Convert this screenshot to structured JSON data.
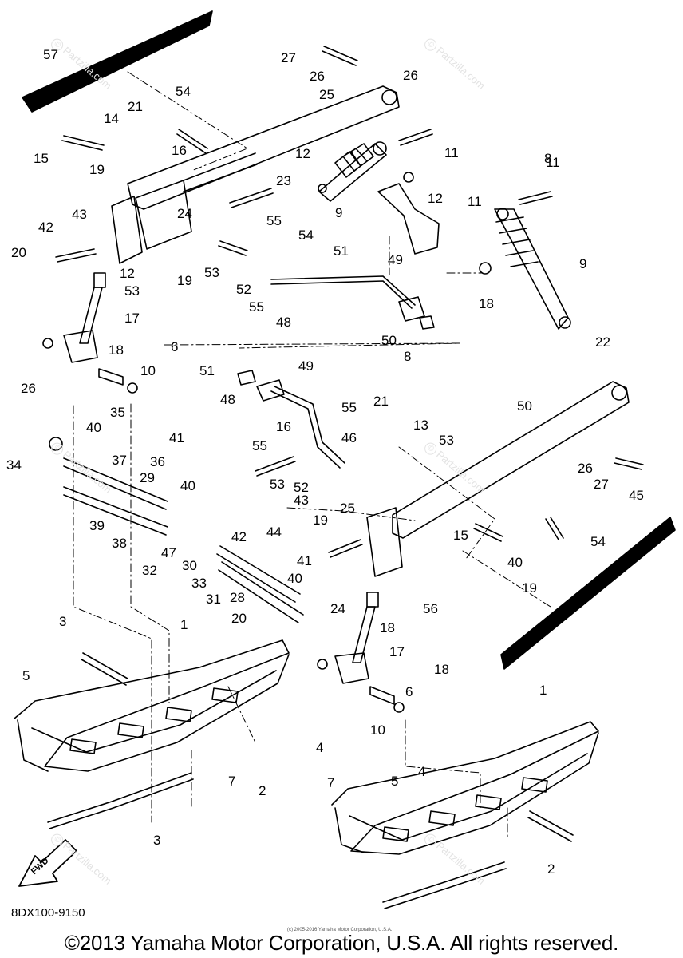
{
  "diagram": {
    "figure_code": "8DX100-9150",
    "copyright": "©2013 Yamaha Motor Corporation, U.S.A. All rights reserved.",
    "fine_print": "(c) 2005-2016 Yamaha Motor Corporation, U.S.A.",
    "fwd_label": "FWD",
    "watermark": "Partzilla.com",
    "colors": {
      "ink": "#000000",
      "watermark": "#e3e3e3",
      "background": "#ffffff"
    }
  },
  "labels": [
    "57",
    "27",
    "26",
    "25",
    "26",
    "54",
    "21",
    "14",
    "15",
    "16",
    "12",
    "11",
    "19",
    "11",
    "23",
    "43",
    "24",
    "42",
    "20",
    "12",
    "19",
    "53",
    "55",
    "54",
    "53",
    "52",
    "55",
    "48",
    "51",
    "49",
    "50",
    "8",
    "9",
    "12",
    "11",
    "8",
    "9",
    "18",
    "17",
    "6",
    "18",
    "10",
    "26",
    "22",
    "50",
    "51",
    "49",
    "48",
    "55",
    "16",
    "21",
    "13",
    "53",
    "46",
    "55",
    "53",
    "52",
    "43",
    "25",
    "26",
    "27",
    "45",
    "41",
    "40",
    "35",
    "36",
    "29",
    "40",
    "34",
    "37",
    "39",
    "38",
    "47",
    "32",
    "30",
    "33",
    "31",
    "28",
    "44",
    "42",
    "19",
    "15",
    "54",
    "40",
    "41",
    "40",
    "20",
    "24",
    "56",
    "19",
    "18",
    "17",
    "18",
    "6",
    "10",
    "4",
    "3",
    "1",
    "5",
    "7",
    "2",
    "3",
    "1",
    "7",
    "5",
    "4",
    "2"
  ]
}
